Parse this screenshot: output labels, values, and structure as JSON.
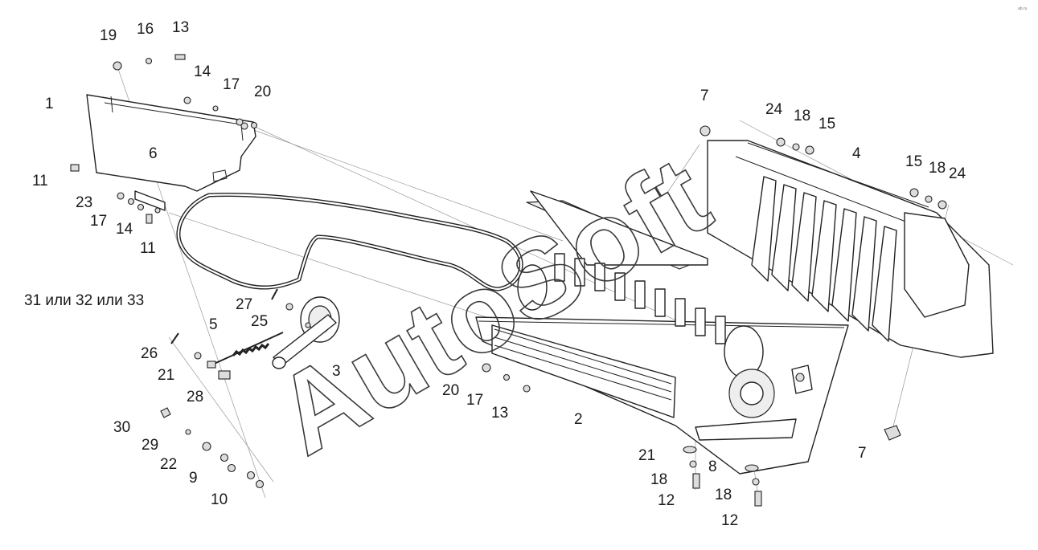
{
  "watermark": "AutoSoft",
  "corner_mark": "ab.ru",
  "callouts": [
    "19",
    "16",
    "13",
    "1",
    "14",
    "17",
    "20",
    "6",
    "11",
    "23",
    "17",
    "14",
    "11",
    "31 или 32 или 33",
    "27",
    "25",
    "5",
    "26",
    "21",
    "28",
    "3",
    "30",
    "29",
    "22",
    "9",
    "10",
    "7",
    "24",
    "18",
    "15",
    "4",
    "15",
    "18",
    "24",
    "2",
    "20",
    "17",
    "13",
    "21",
    "8",
    "18",
    "12",
    "18",
    "12",
    "7"
  ]
}
